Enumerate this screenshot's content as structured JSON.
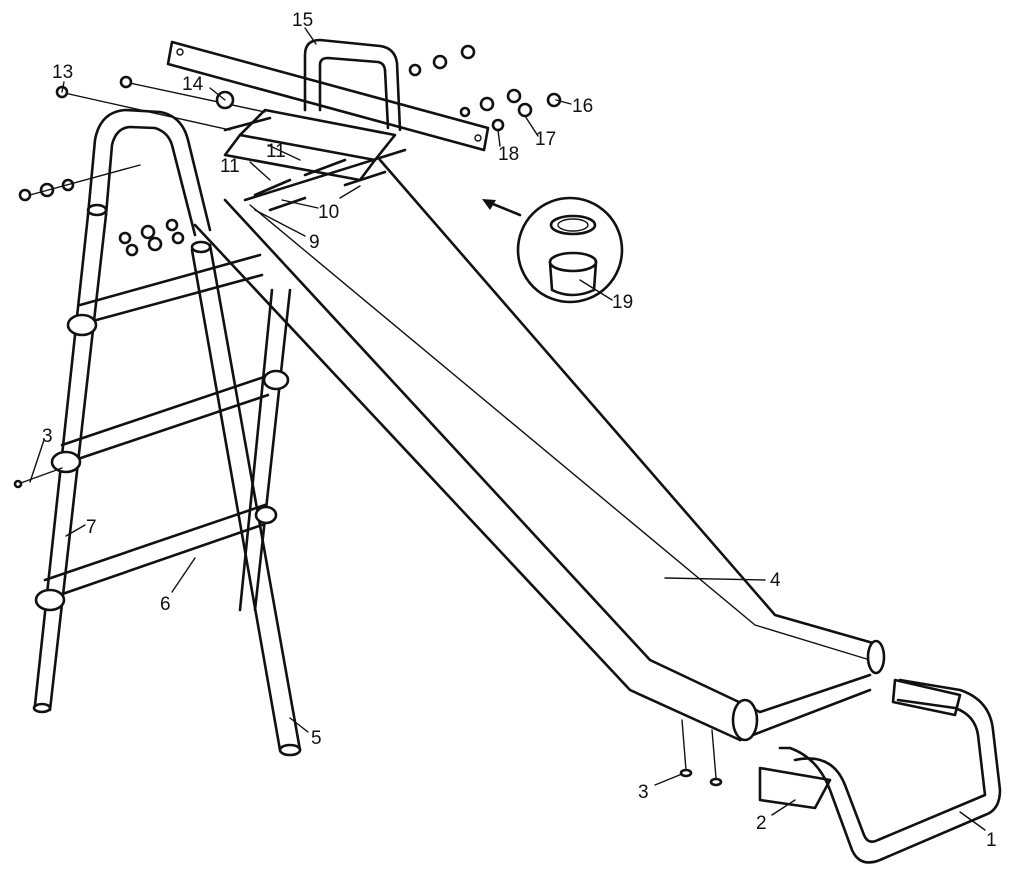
{
  "diagram": {
    "callouts": [
      {
        "id": "c1",
        "text": "1"
      },
      {
        "id": "c2",
        "text": "2"
      },
      {
        "id": "c3a",
        "text": "3"
      },
      {
        "id": "c3b",
        "text": "3"
      },
      {
        "id": "c4",
        "text": "4"
      },
      {
        "id": "c5",
        "text": "5"
      },
      {
        "id": "c6",
        "text": "6"
      },
      {
        "id": "c7",
        "text": "7"
      },
      {
        "id": "c9",
        "text": "9"
      },
      {
        "id": "c10",
        "text": "10"
      },
      {
        "id": "c11a",
        "text": "11"
      },
      {
        "id": "c11b",
        "text": "11"
      },
      {
        "id": "c13",
        "text": "13"
      },
      {
        "id": "c14",
        "text": "14"
      },
      {
        "id": "c15",
        "text": "15"
      },
      {
        "id": "c16",
        "text": "16"
      },
      {
        "id": "c17",
        "text": "17"
      },
      {
        "id": "c18",
        "text": "18"
      },
      {
        "id": "c19",
        "text": "19"
      }
    ]
  }
}
